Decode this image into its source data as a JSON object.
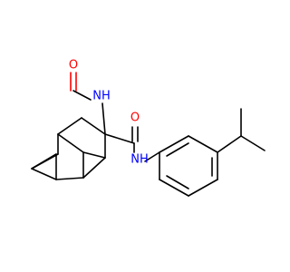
{
  "molecule": {
    "atoms": {
      "formyl_oxygen": {
        "symbol": "O",
        "color": "#ff0000"
      },
      "formamide_nitrogen": {
        "symbol": "NH",
        "color": "#0000ff"
      },
      "amide_oxygen": {
        "symbol": "O",
        "color": "#ff0000"
      },
      "amide_nitrogen": {
        "symbol": "NH",
        "color": "#0000ff"
      }
    },
    "colors": {
      "carbon_bond": "#000000",
      "oxygen": "#ff0000",
      "nitrogen": "#0000ff",
      "background": "#ffffff"
    }
  }
}
